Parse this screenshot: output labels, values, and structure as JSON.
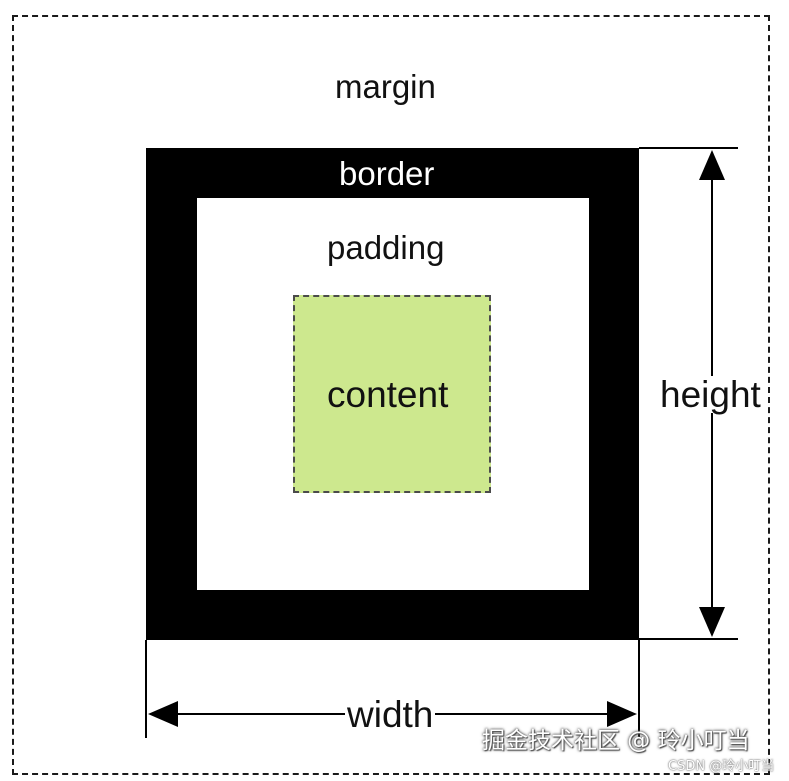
{
  "diagram": {
    "margin_label": "margin",
    "border_label": "border",
    "padding_label": "padding",
    "content_label": "content",
    "height_label": "height",
    "width_label": "width"
  },
  "watermark": {
    "main": "掘金技术社区 @ 玲小叮当",
    "sub": "CSDN @玲小叮当"
  },
  "colors": {
    "border": "#000000",
    "content_fill": "#cde88e",
    "outline": "#1a1a1a"
  }
}
